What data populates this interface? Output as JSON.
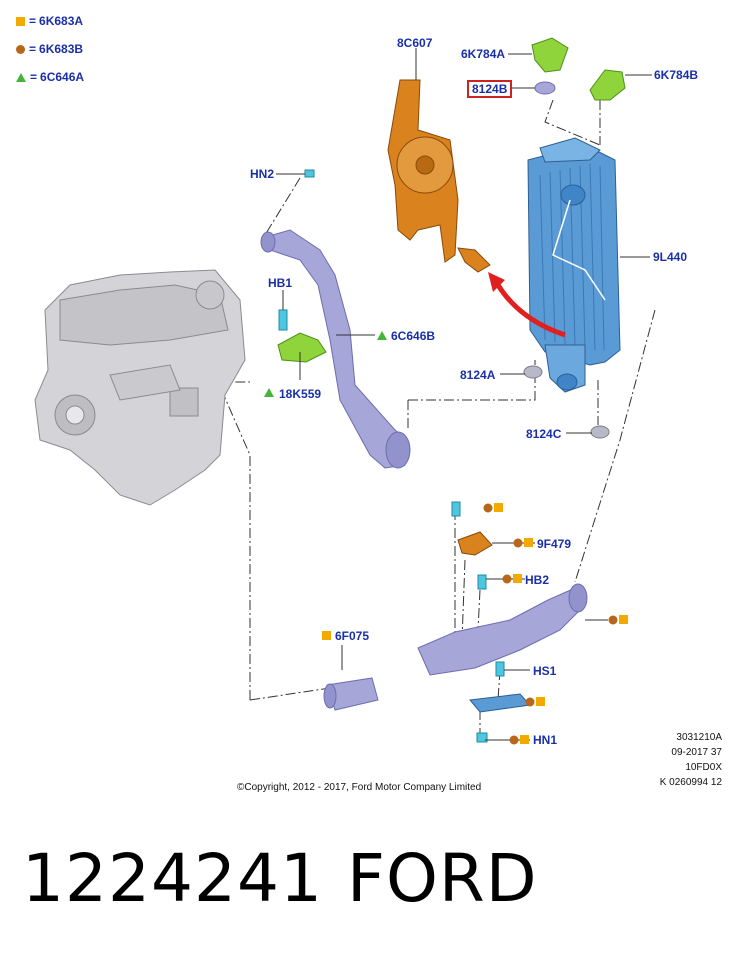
{
  "legend": [
    {
      "symbol": "square",
      "color": "#f2a900",
      "eq": "=",
      "code": "6K683A"
    },
    {
      "symbol": "circle",
      "color": "#b8661a",
      "eq": "=",
      "code": "6K683B"
    },
    {
      "symbol": "triangle",
      "color": "#44b43a",
      "eq": "=",
      "code": "6C646A"
    }
  ],
  "labels": {
    "p8C607": "8C607",
    "p6K784A": "6K784A",
    "p8124B": "8124B",
    "p6K784B": "6K784B",
    "pHN2": "HN2",
    "p9L440": "9L440",
    "pHB1": "HB1",
    "p6C646B": "6C646B",
    "p18K559": "18K559",
    "p8124A": "8124A",
    "p8124C": "8124C",
    "p9F479": "9F479",
    "pHB2": "HB2",
    "p6F075": "6F075",
    "pHS1": "HS1",
    "pHN1": "HN1"
  },
  "meta": {
    "line1": "3031210A",
    "line2": "09-2017 37",
    "line3": "10FD0X",
    "line4": "K 0260994 12"
  },
  "copyright": "©Copyright, 2012 - 2017, Ford Motor Company Limited",
  "footer": {
    "number": "1224241",
    "brand": "FORD"
  },
  "colors": {
    "label_blue": "#1a2fa8",
    "intercooler": "#5b9bd5",
    "fan": "#d9821e",
    "hose": "#a6a6d8",
    "bracket_green": "#8fd43a",
    "fastener_cyan": "#4fc6e0",
    "arrow_red": "#e02020"
  }
}
